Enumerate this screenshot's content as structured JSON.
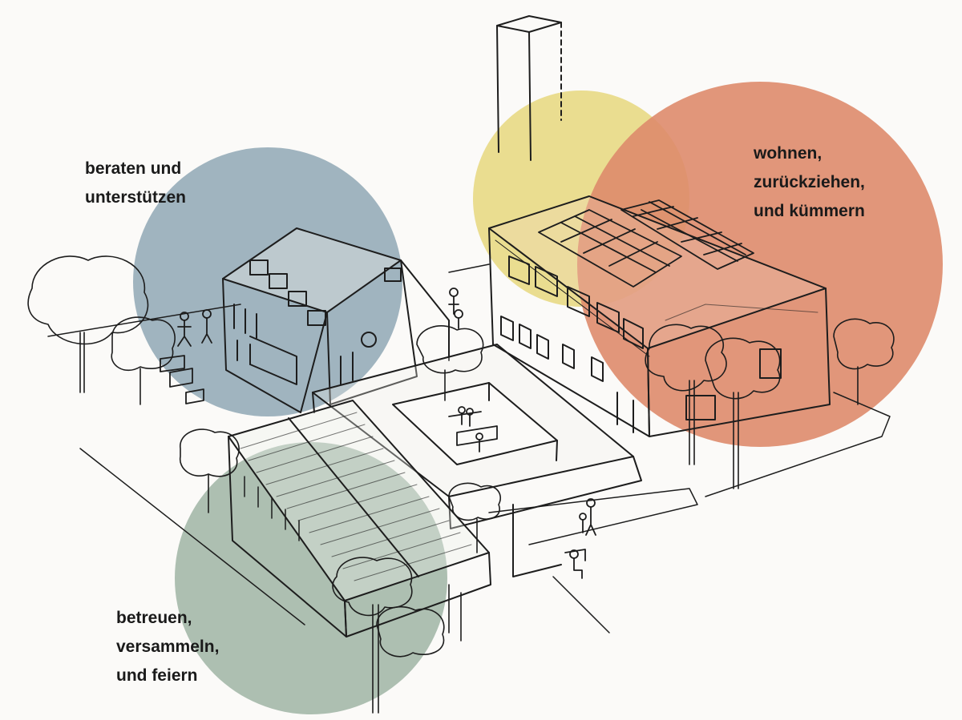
{
  "zones": {
    "advice": {
      "lines": [
        "beraten und",
        "unterstützen"
      ],
      "color": "#8fa7b5"
    },
    "community": {
      "lines": [
        "betreuen,",
        "versammeln,",
        "und feiern"
      ],
      "color": "#9fb4a4"
    },
    "living": {
      "lines": [
        "wohnen,",
        "zurückziehen,",
        "und kümmern"
      ],
      "color": "#de8b6c",
      "secondary_color": "#e6d77e"
    }
  },
  "ink_color": "#1d1d1d"
}
